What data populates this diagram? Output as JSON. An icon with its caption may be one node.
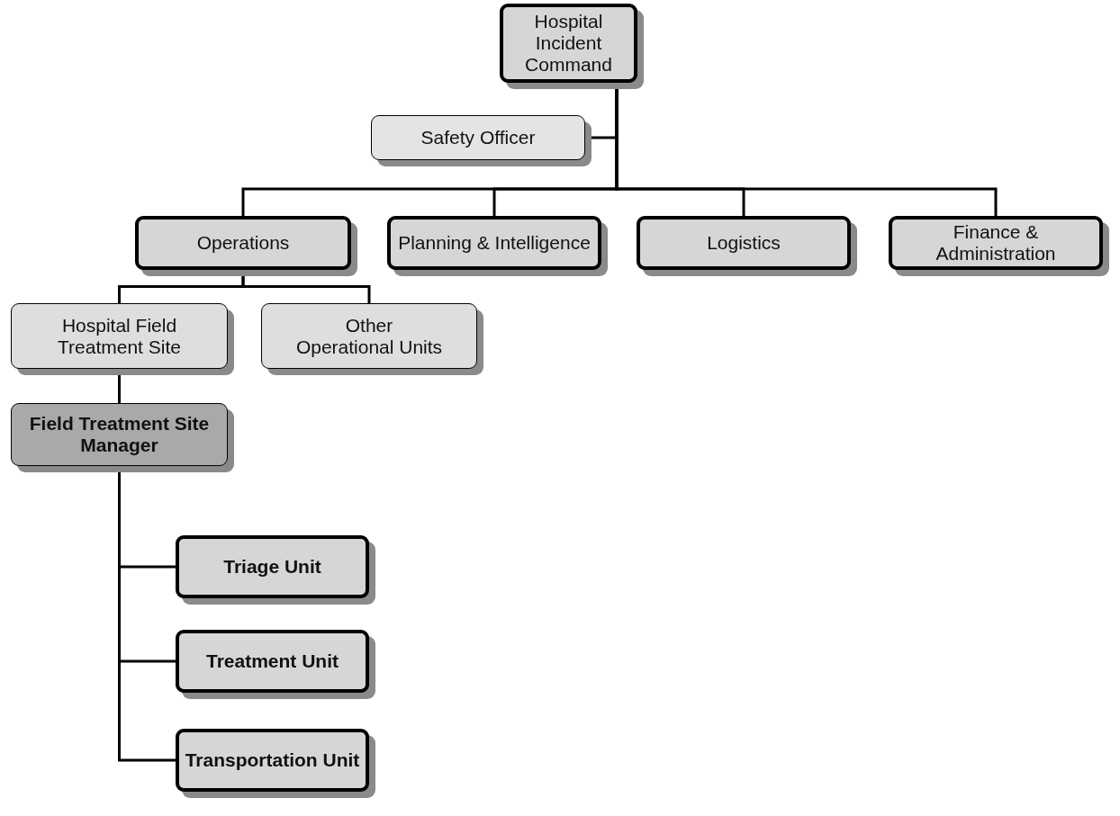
{
  "diagram": {
    "nodes": [
      {
        "text": [
          "Hospital Incident Command"
        ]
      },
      {
        "text": [
          "Safety Officer"
        ]
      },
      {
        "text": [
          "Operations"
        ]
      },
      {
        "text": [
          "Planning & Intelligence"
        ]
      },
      {
        "text": [
          "Logistics"
        ]
      },
      {
        "text": [
          "Finance & Administration"
        ]
      },
      {
        "text": [
          "Hospital Field Treatment Site"
        ]
      },
      {
        "text": [
          "Other Operational Units"
        ]
      },
      {
        "text": [
          "Field Treatment Site Manager"
        ]
      },
      {
        "text": [
          "Triage Unit"
        ]
      },
      {
        "text": [
          "Treatment Unit"
        ]
      },
      {
        "text": [
          "Transportation Unit"
        ]
      }
    ],
    "edges": [
      {
        "from": 0,
        "to": 1,
        "arrow": "none"
      },
      {
        "from": 0,
        "to": 2,
        "arrow": "none"
      },
      {
        "from": 0,
        "to": 3,
        "arrow": "none"
      },
      {
        "from": 0,
        "to": 4,
        "arrow": "none"
      },
      {
        "from": 0,
        "to": 5,
        "arrow": "none"
      },
      {
        "from": 2,
        "to": 6,
        "arrow": "none"
      },
      {
        "from": 2,
        "to": 7,
        "arrow": "none"
      },
      {
        "from": 6,
        "to": 8,
        "arrow": "none"
      },
      {
        "from": 8,
        "to": 9,
        "arrow": "none"
      },
      {
        "from": 8,
        "to": 10,
        "arrow": "none"
      },
      {
        "from": 8,
        "to": 11,
        "arrow": "none"
      }
    ]
  }
}
